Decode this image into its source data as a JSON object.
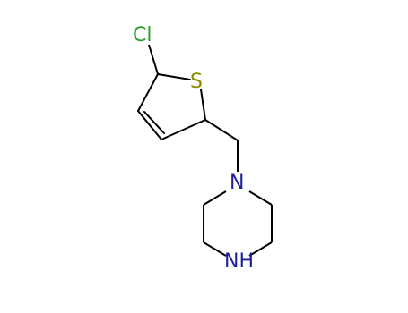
{
  "molecule": {
    "atoms": {
      "cl": {
        "symbol": "Cl",
        "color": "#2ca02c"
      },
      "s": {
        "symbol": "S",
        "color": "#8b8b00"
      },
      "n1": {
        "symbol": "N",
        "color": "#1f1f99"
      },
      "n2": {
        "symbol": "NH",
        "color": "#1f1f99"
      }
    },
    "bond_color": "#000000"
  }
}
